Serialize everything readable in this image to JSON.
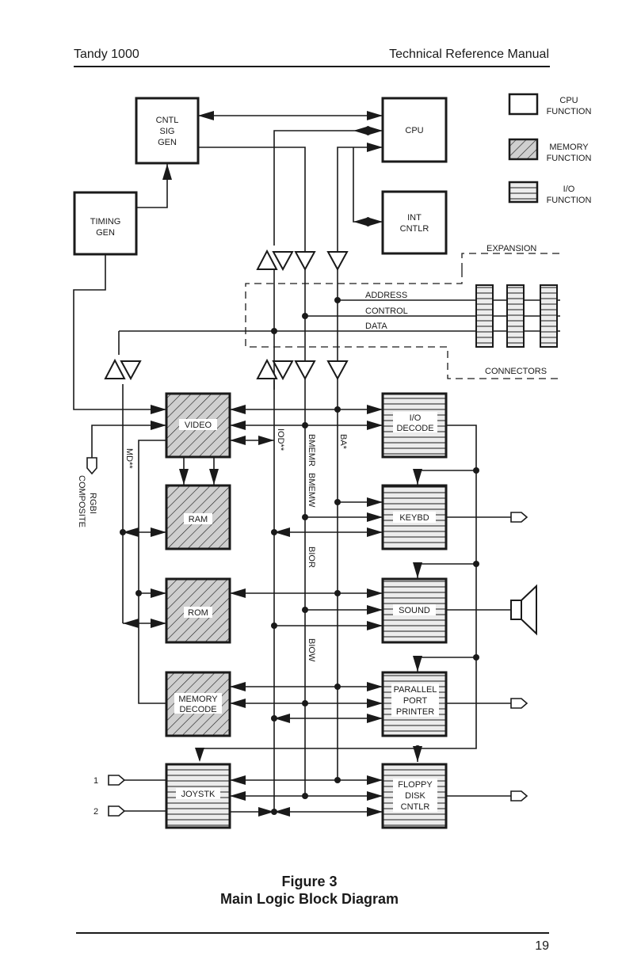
{
  "header": {
    "left": "Tandy 1000",
    "right": "Technical Reference Manual"
  },
  "figure": {
    "number": "Figure 3",
    "title": "Main Logic Block Diagram"
  },
  "page_number": "19",
  "legend": [
    {
      "type": "cpu",
      "line1": "CPU",
      "line2": "FUNCTION"
    },
    {
      "type": "memory",
      "line1": "MEMORY",
      "line2": "FUNCTION"
    },
    {
      "type": "io",
      "line1": "I/O",
      "line2": "FUNCTION"
    }
  ],
  "blocks": {
    "cntl_sig_gen": [
      "CNTL",
      "SIG",
      "GEN"
    ],
    "cpu": [
      "CPU"
    ],
    "int_cntlr": [
      "INT",
      "CNTLR"
    ],
    "timing_gen": [
      "TIMING",
      "GEN"
    ],
    "video": [
      "VIDEO"
    ],
    "ram": [
      "RAM"
    ],
    "rom": [
      "ROM"
    ],
    "memory_decode": [
      "MEMORY",
      "DECODE"
    ],
    "joystk": [
      "JOYSTK"
    ],
    "io_decode": [
      "I/O",
      "DECODE"
    ],
    "keybd": [
      "KEYBD"
    ],
    "sound": [
      "SOUND"
    ],
    "parallel_port": [
      "PARALLEL",
      "PORT",
      "PRINTER"
    ],
    "floppy_disk": [
      "FLOPPY",
      "DISK",
      "CNTLR"
    ]
  },
  "buses": {
    "address": "ADDRESS",
    "control": "CONTROL",
    "data": "DATA"
  },
  "labels": {
    "expansion": "EXPANSION",
    "connectors": "CONNECTORS",
    "rgbi": "RGBI",
    "composite": "COMPOSITE",
    "md": "MD**",
    "iod": "IOD**",
    "bmemr": "BMEMR",
    "bmemw": "BMEMW",
    "ba": "BA*",
    "bior": "BIOR",
    "biow": "BIOW",
    "joy1": "1",
    "joy2": "2"
  }
}
